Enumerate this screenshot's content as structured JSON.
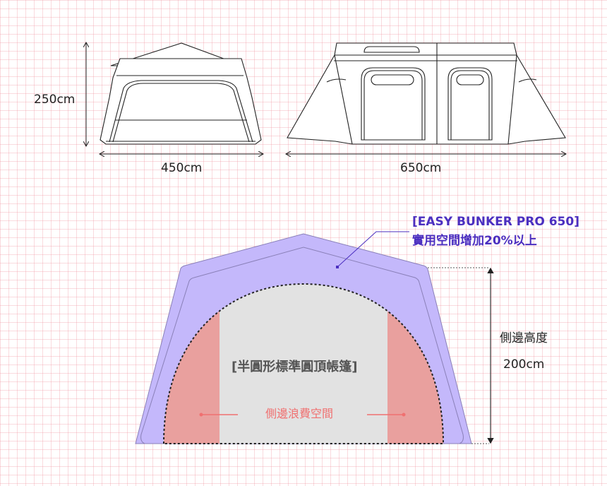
{
  "top": {
    "left_height": "250cm",
    "left_width": "450cm",
    "right_width": "650cm"
  },
  "bottom": {
    "product_label": "[EASY BUNKER PRO 650]",
    "product_claim": "實用空間增加20%以上",
    "dome_label": "[半圓形標準圓頂帳篷]",
    "waste_label": "側邊浪費空間",
    "side_height_label": "側邊高度",
    "side_height_value": "200cm"
  },
  "colors": {
    "purple": "#c4b8fb",
    "brand_text": "#4b2fc0",
    "waste_red": "#e9a09e",
    "dome_gray": "#e2e2e2"
  }
}
